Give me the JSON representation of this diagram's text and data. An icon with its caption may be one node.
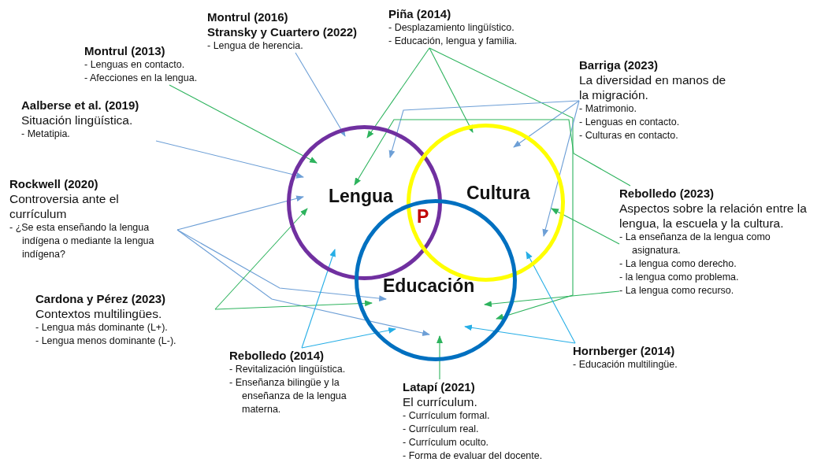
{
  "diagram": {
    "nodes": [
      {
        "text": [
          "Lengua"
        ]
      },
      {
        "text": [
          "Cultura"
        ]
      },
      {
        "text": [
          "Educación"
        ]
      },
      {
        "text": [
          "Montrul (2013)",
          "- Lenguas en contacto.",
          "- Afecciones en la lengua."
        ]
      },
      {
        "text": [
          "Montrul (2016)",
          "Stransky y Cuartero (2022)",
          "- Lengua de herencia."
        ]
      },
      {
        "text": [
          "Piña (2014)",
          "- Desplazamiento lingüístico.",
          "- Educación, lengua y familia."
        ]
      },
      {
        "text": [
          "Barriga (2023)",
          "La diversidad en manos de la migración.",
          "- Matrimonio.",
          "- Lenguas en contacto.",
          "- Culturas en contacto."
        ]
      },
      {
        "text": [
          "Aalberse et al. (2019)",
          "Situación lingüística.",
          "- Metatipia."
        ]
      },
      {
        "text": [
          "Rockwell (2020)",
          "Controversia ante el currículum",
          "- ¿Se esta enseñando la lengua indígena o mediante la lengua indígena?"
        ]
      },
      {
        "text": [
          "Rebolledo (2023)",
          "Aspectos sobre la relación entre la lengua, la escuela y la cultura.",
          "- La enseñanza de la lengua como asignatura.",
          "- La lengua como derecho.",
          "- la lengua como problema.",
          "- La lengua como recurso."
        ]
      },
      {
        "text": [
          "Cardona y Pérez  (2023)",
          "Contextos multilingües.",
          "- Lengua más dominante (L+).",
          "- Lengua menos dominante  (L-)."
        ]
      },
      {
        "text": [
          "Rebolledo (2014)",
          "- Revitalización lingüística.",
          "- Enseñanza bilingüe y la enseñanza de la lengua materna."
        ]
      },
      {
        "text": [
          "Hornberger (2014)",
          "- Educación multilingüe."
        ]
      },
      {
        "text": [
          "Latapí (2021)",
          "El currículum.",
          "- Currículum formal.",
          "- Currículum real.",
          "- Currículum oculto.",
          "- Forma de evaluar del docente."
        ]
      }
    ],
    "edges": [
      {
        "from": 3,
        "to": 0,
        "arrow": "to",
        "color": "#2db35d"
      },
      {
        "from": 4,
        "to": 0,
        "arrow": "to",
        "color": "#6d9fd6"
      },
      {
        "from": 5,
        "to": 0,
        "arrow": "to",
        "color": "#2db35d"
      },
      {
        "from": 5,
        "to": 2,
        "arrow": "to",
        "color": "#2db35d"
      },
      {
        "from": 5,
        "to": 1,
        "arrow": "to",
        "color": "#2db35d"
      },
      {
        "from": 6,
        "to": 0,
        "arrow": "to",
        "color": "#6d9fd6"
      },
      {
        "from": 6,
        "to": 1,
        "arrow": "to",
        "color": "#6d9fd6"
      },
      {
        "from": 6,
        "to": 1,
        "arrow": "to",
        "color": "#6d9fd6"
      },
      {
        "from": 7,
        "to": 0,
        "arrow": "to",
        "color": "#6d9fd6"
      },
      {
        "from": 8,
        "to": 0,
        "arrow": "to",
        "color": "#6d9fd6"
      },
      {
        "from": 8,
        "to": 2,
        "arrow": "to",
        "color": "#6d9fd6"
      },
      {
        "from": 8,
        "to": 2,
        "arrow": "to",
        "color": "#6d9fd6"
      },
      {
        "from": 10,
        "to": 0,
        "arrow": "to",
        "color": "#2db35d"
      },
      {
        "from": 10,
        "to": 2,
        "arrow": "to",
        "color": "#2db35d"
      },
      {
        "from": 11,
        "to": 0,
        "arrow": "to",
        "color": "#26aee6"
      },
      {
        "from": 11,
        "to": 2,
        "arrow": "to",
        "color": "#26aee6"
      },
      {
        "from": 9,
        "to": 1,
        "arrow": "to",
        "color": "#2db35d"
      },
      {
        "from": 9,
        "to": 0,
        "arrow": "to",
        "color": "#2db35d"
      },
      {
        "from": 9,
        "to": 2,
        "arrow": "to",
        "color": "#2db35d"
      },
      {
        "from": 12,
        "to": 1,
        "arrow": "to",
        "color": "#26aee6"
      },
      {
        "from": 12,
        "to": 2,
        "arrow": "to",
        "color": "#26aee6"
      },
      {
        "from": 13,
        "to": 2,
        "arrow": "to",
        "color": "#2db35d"
      }
    ],
    "labels": [
      "P"
    ]
  }
}
